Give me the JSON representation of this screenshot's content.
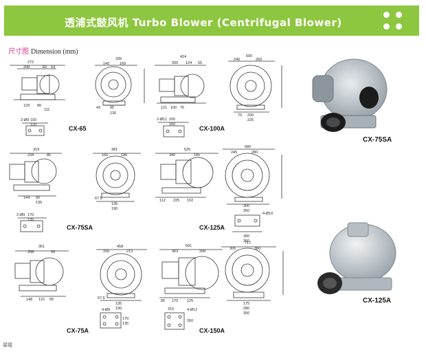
{
  "header": {
    "title": "透浦式鼓风机 Turbo  Blower (Centrifugal Blower)",
    "bar_color": "#8dc63f"
  },
  "dimension_label": {
    "cn": "尺寸图",
    "en": "Dimension (mm)"
  },
  "models": [
    "CX-65",
    "CX-100A",
    "CX-75SA",
    "CX-125A",
    "CX-75A",
    "CX-150A"
  ],
  "photos": [
    {
      "caption": "CX-75SA"
    },
    {
      "caption": "CX-125A"
    }
  ],
  "dims": {
    "cx65_side_top": [
      "272",
      "208",
      "83",
      "53"
    ],
    "cx65_side_bottom": [
      "129",
      "80",
      "111"
    ],
    "cx65_front_top": [
      "335",
      "140",
      "160"
    ],
    "cx65_front_bottom": [
      "43",
      "95",
      "130"
    ],
    "cx100_side_top": [
      "424",
      "300",
      "124",
      "55"
    ],
    "cx100_side_bottom": [
      "121",
      "100",
      "76"
    ],
    "cx100_front_top": [
      "500",
      "240",
      "260"
    ],
    "cx100_front_bottom": [
      "70",
      "200",
      "225"
    ],
    "cx75sa_side_top": [
      "319",
      "234",
      "85"
    ],
    "cx75sa_side_bottom": [
      "144",
      "90",
      "135"
    ],
    "cx75sa_front_top": [
      "381",
      "165",
      "186"
    ],
    "cx75sa_front_bottom": [
      "67.5",
      "135",
      "190"
    ],
    "cx125_side_top": [
      "525",
      "340",
      "185"
    ],
    "cx125_side_bottom": [
      "112",
      "225",
      "102"
    ],
    "cx125_front_top": [
      "580",
      "245",
      "280"
    ],
    "cx125_front_bottom": [
      "300",
      "350"
    ],
    "cx75a_side_top": [
      "351",
      "258",
      "93"
    ],
    "cx75a_side_bottom": [
      "148",
      "110",
      "55"
    ],
    "cx75a_front_top": [
      "458",
      "200",
      "213"
    ],
    "cx75a_front_bottom": [
      "67.5",
      "135",
      "190"
    ],
    "cx150_side_top": [
      "691",
      "363",
      "208"
    ],
    "cx150_side_bottom": [
      "86",
      "170",
      "125"
    ],
    "cx150_front_top": [
      "717",
      "305",
      "360"
    ],
    "cx150_front_bottom": [
      "175",
      "280",
      "350"
    ],
    "flanges": {
      "cx65": {
        "hole": "2-Ø9",
        "a": "150",
        "b": "120"
      },
      "cx100": {
        "hole": "2-Ø11",
        "a": "200",
        "b": "160"
      },
      "cx75sa": {
        "hole": "2-Ø9",
        "a": "170",
        "b": "135"
      },
      "cx125": {
        "hole": "4-Ø10",
        "a": "300",
        "b": "360"
      },
      "cx75a": {
        "hole": "4-Ø9",
        "a": "170",
        "b": "135"
      },
      "cx150": {
        "hole": "4-Ø12",
        "a": "315",
        "b": "260"
      }
    }
  },
  "footer": "梁瑶"
}
